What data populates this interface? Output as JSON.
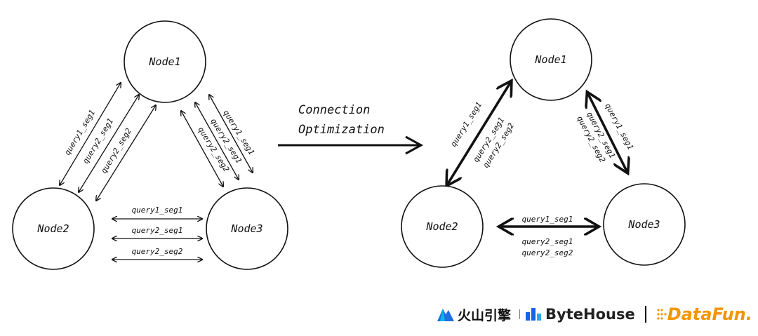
{
  "diagram": {
    "left": {
      "nodes": [
        "Node1",
        "Node2",
        "Node3"
      ],
      "edge_n1_n2_labels": [
        "query1_seg1",
        "query2_seg1",
        "query2_seg2"
      ],
      "edge_n1_n3_labels": [
        "query1_seg1",
        "query2_seg1",
        "query2_seg2"
      ],
      "edge_n2_n3_labels": [
        "query1_seg1",
        "query2_seg1",
        "query2_seg2"
      ]
    },
    "middle": {
      "line1": "Connection",
      "line2": "Optimization"
    },
    "right": {
      "nodes": [
        "Node1",
        "Node2",
        "Node3"
      ],
      "edge_n1_n2_labels": [
        "query1_seg1",
        "query2_seg1",
        "query2_seg2"
      ],
      "edge_n1_n3_labels": [
        "query1_seg1",
        "query2_seg1",
        "query2_seg2"
      ],
      "edge_n2_n3_labels": [
        "query1_seg1",
        "query2_seg1",
        "query2_seg2"
      ]
    }
  },
  "footer": {
    "brand_cn": "火山引擎",
    "brand_bytehouse": "ByteHouse",
    "brand_datafun": "DataFun.",
    "icons": [
      "volcano-logo-icon",
      "bytehouse-logo-icon",
      "datafun-dots-icon"
    ],
    "colors": {
      "volcano": "#1f6fe5",
      "bytehouse": "#1764e8",
      "datafun": "#f29600"
    }
  }
}
